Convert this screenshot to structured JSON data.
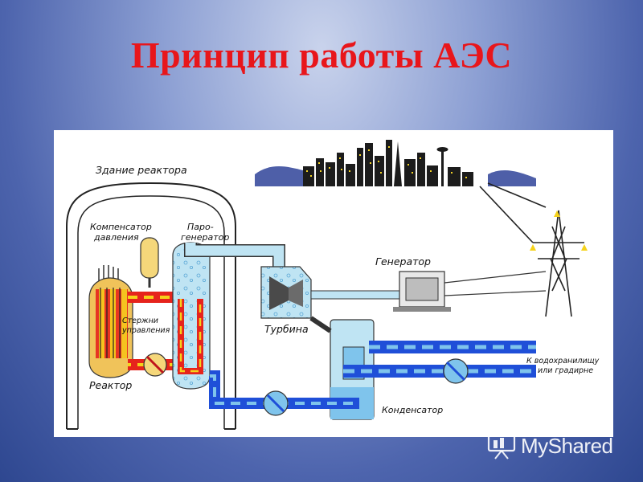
{
  "title": "Принцип работы АЭС",
  "labels": {
    "reactor_building": "Здание реактора",
    "pressurizer_line1": "Компенсатор",
    "pressurizer_line2": "давления",
    "steam_gen_line1": "Паро-",
    "steam_gen_line2": "генератор",
    "control_rods_line1": "Стержни",
    "control_rods_line2": "управления",
    "reactor": "Реактор",
    "turbine": "Турбина",
    "generator": "Генератор",
    "condenser": "Конденсатор",
    "cooling_line1": "К водохранилищу",
    "cooling_line2": "или градирне"
  },
  "watermark": {
    "text": "MyShared",
    "icon": "presentation-board-icon"
  },
  "colors": {
    "title": "#e8161b",
    "hot_loop": "#e6241c",
    "hot_loop_stripe": "#f5d21a",
    "cold_loop": "#1f4fd8",
    "steam": "#bfe4f3",
    "water": "#7fc4ec"
  }
}
